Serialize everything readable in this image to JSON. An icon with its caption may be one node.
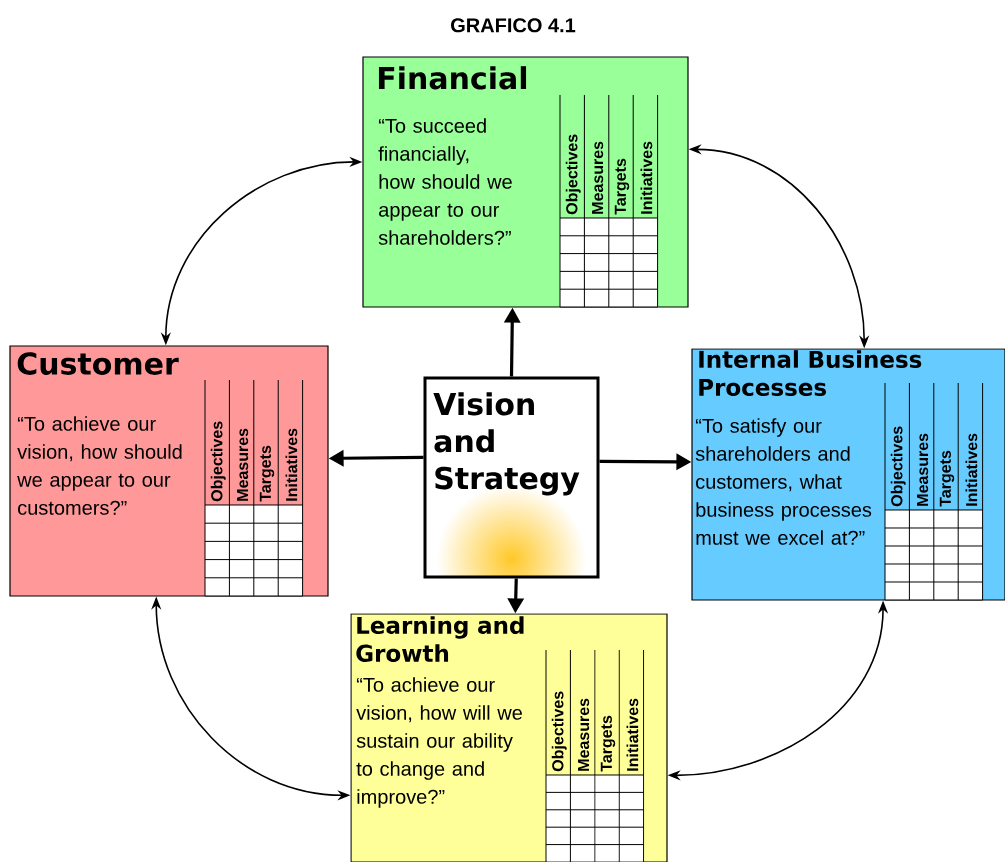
{
  "diagram": {
    "title": "GRAFICO 4.1",
    "nodes": [
      {
        "text": [
          "Financial",
          "“To succeed financially, how should we appear to our shareholders?”",
          "Objectives",
          "Measures",
          "Targets",
          "Initiatives"
        ]
      },
      {
        "text": [
          "Customer",
          "“To achieve our vision, how should we appear to our customers?”",
          "Objectives",
          "Measures",
          "Targets",
          "Initiatives"
        ]
      },
      {
        "text": [
          "Vision and Strategy"
        ]
      },
      {
        "text": [
          "Internal Business Processes",
          "“To satisfy our shareholders and customers, what business processes must we excel at?”",
          "Objectives",
          "Measures",
          "Targets",
          "Initiatives"
        ]
      },
      {
        "text": [
          "Learning and Growth",
          "“To achieve our vision, how will we sustain our ability to change and improve?”",
          "Objectives",
          "Measures",
          "Targets",
          "Initiatives"
        ]
      }
    ],
    "edges": [
      {
        "from": 2,
        "to": 0,
        "arrow": "to",
        "style": "thick"
      },
      {
        "from": 2,
        "to": 1,
        "arrow": "to",
        "style": "thick"
      },
      {
        "from": 2,
        "to": 3,
        "arrow": "to",
        "style": "thick"
      },
      {
        "from": 2,
        "to": 4,
        "arrow": "to",
        "style": "thick"
      },
      {
        "from": 0,
        "to": 3,
        "arrow": "both"
      },
      {
        "from": 3,
        "to": 4,
        "arrow": "both"
      },
      {
        "from": 4,
        "to": 1,
        "arrow": "both"
      },
      {
        "from": 1,
        "to": 0,
        "arrow": "both"
      }
    ]
  }
}
